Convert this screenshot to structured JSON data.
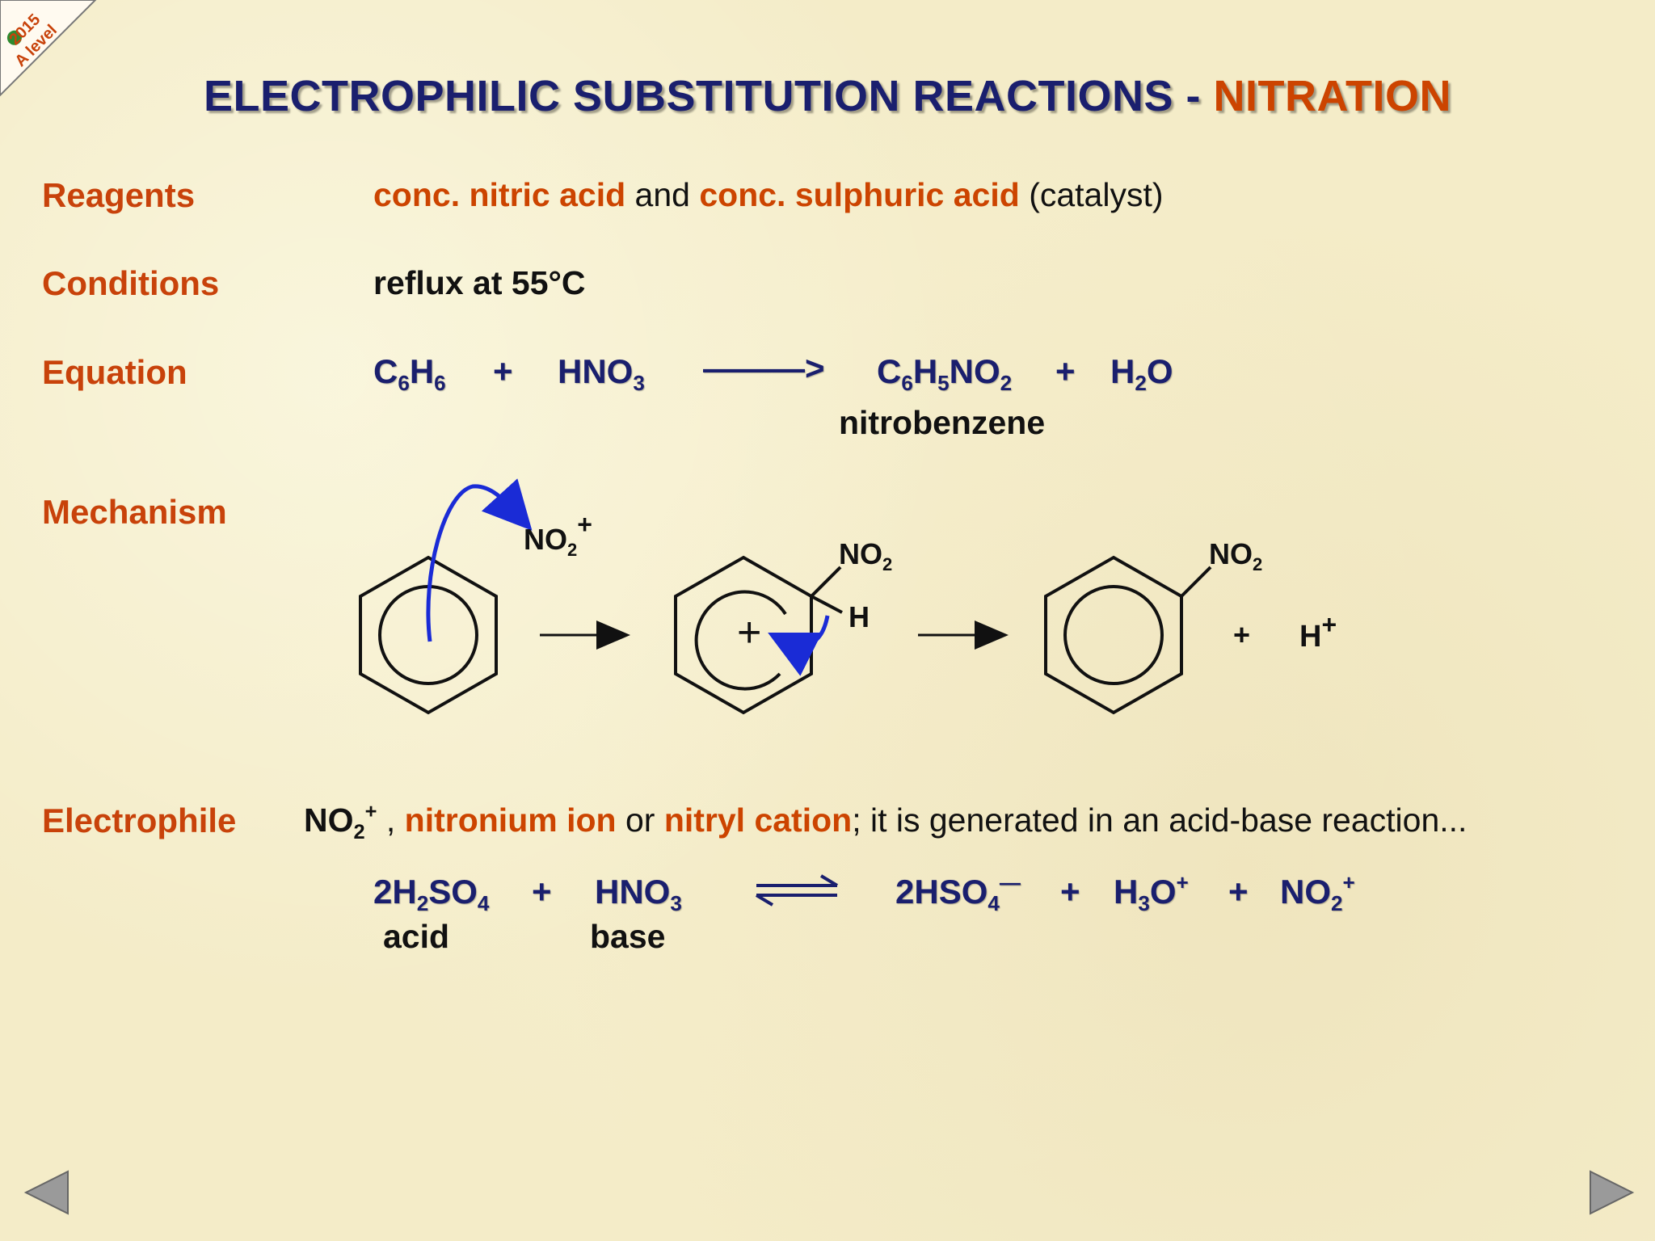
{
  "title": {
    "main": "ELECTROPHILIC SUBSTITUTION REACTIONS - ",
    "accent": "NITRATION"
  },
  "corner_logo": {
    "text": "2015 A level",
    "icon": "tree-icon"
  },
  "reagents": {
    "label": "Reagents",
    "part1": "conc. nitric acid",
    "part2": " and ",
    "part3": "conc. sulphuric acid",
    "part4": " (catalyst)"
  },
  "conditions": {
    "label": "Conditions",
    "value": "reflux at 55°C"
  },
  "equation": {
    "label": "Equation",
    "arrow": "———>",
    "product_name": "nitrobenzene"
  },
  "mechanism": {
    "label": "Mechanism",
    "electrophile": "NO",
    "electrophile_sub": "2",
    "electrophile_charge": "+",
    "intermediate_group": "NO",
    "intermediate_group_sub": "2",
    "intermediate_h": "H",
    "carbocation_charge": "+",
    "product_group": "NO",
    "product_group_sub": "2",
    "plus": "+",
    "proton": "H",
    "proton_charge": "+"
  },
  "electrophile": {
    "label": "Electrophile",
    "formula": "NO",
    "formula_sub": "2",
    "formula_charge": "+",
    "sep": " , ",
    "name1": "nitronium ion",
    "or": " or ",
    "name2": "nitryl cation",
    "rest": ";  it is generated in an acid-base reaction..."
  },
  "acid_base": {
    "acid_label": "acid",
    "base_label": "base"
  },
  "colors": {
    "navy": "#1a1f6e",
    "orange": "#cc4400",
    "arrow_blue": "#1a2bd6",
    "background": "#f4ecc8"
  }
}
